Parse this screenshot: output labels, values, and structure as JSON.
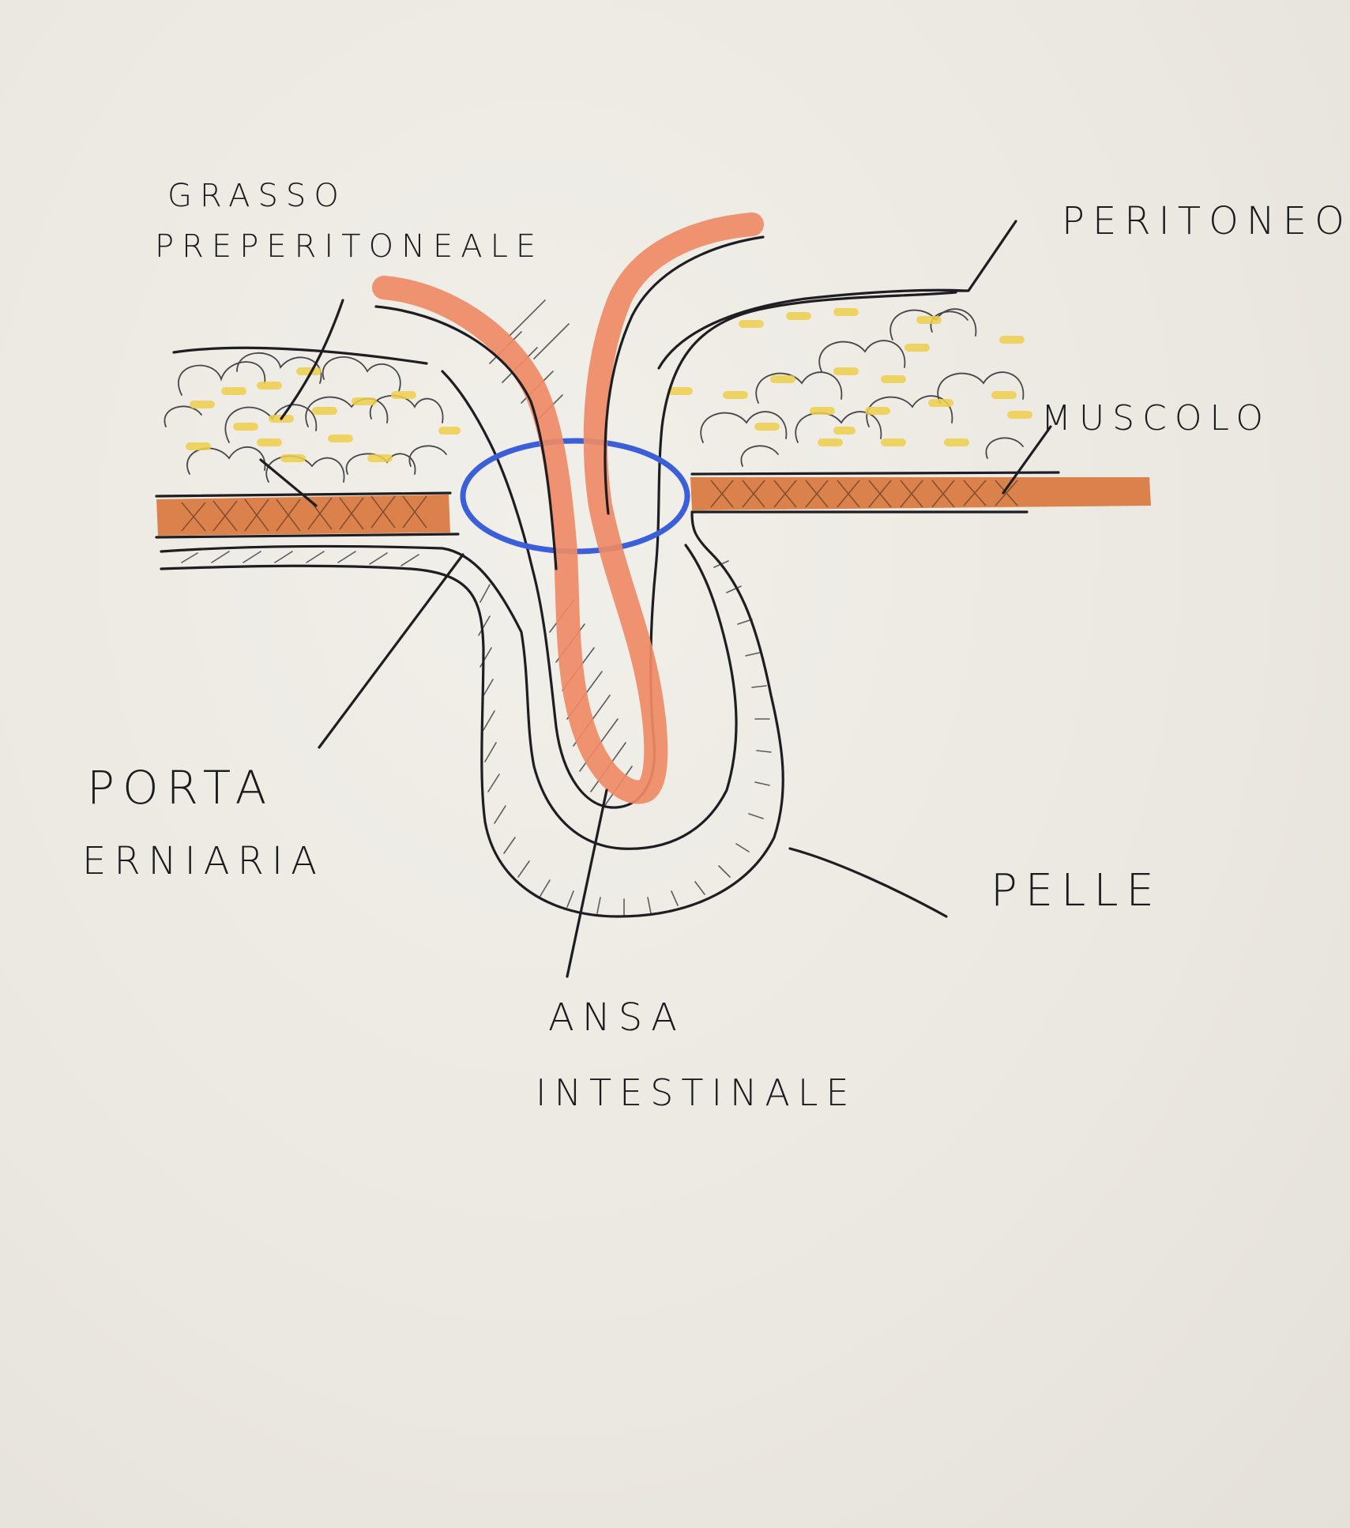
{
  "labels": {
    "grasso_line1": "GRASSO",
    "grasso_line2": "PREPERITONEALE",
    "peritoneo": "PERITONEO",
    "muscolo": "MUSCOLO",
    "porta_line1": "PORTA",
    "porta_line2": "ERNIARIA",
    "pelle": "PELLE",
    "ansa_line1": "ANSA",
    "ansa_line2": "INTESTINALE"
  },
  "colors": {
    "muscle": "#d9773f",
    "intestine": "#ee8a66",
    "fat_marks": "#f0cf4c",
    "hernia_ring": "#3a5fd8",
    "ink": "#1e1d22"
  }
}
